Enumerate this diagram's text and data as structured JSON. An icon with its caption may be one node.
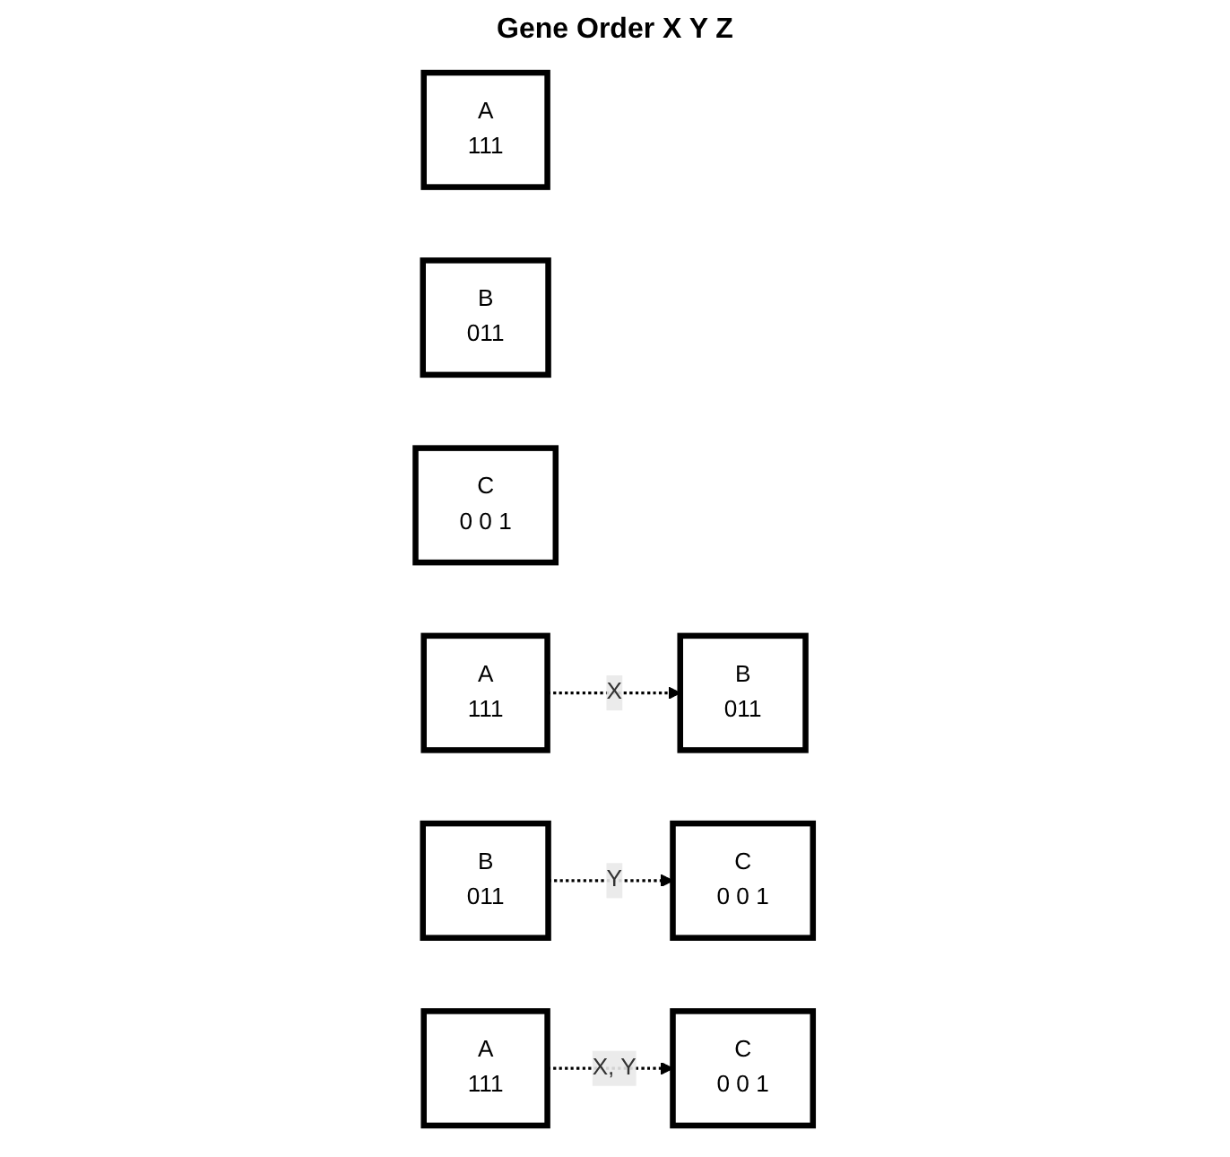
{
  "diagram": {
    "title": "Gene Order X Y Z",
    "nodes": [
      {
        "text": [
          "A",
          "111"
        ]
      },
      {
        "text": [
          "B",
          "011"
        ]
      },
      {
        "text": [
          "C",
          "0 0 1"
        ]
      },
      {
        "text": [
          "A",
          "111"
        ]
      },
      {
        "text": [
          "B",
          "011"
        ]
      },
      {
        "text": [
          "B",
          "011"
        ]
      },
      {
        "text": [
          "C",
          "0 0 1"
        ]
      },
      {
        "text": [
          "A",
          "111"
        ]
      },
      {
        "text": [
          "C",
          "0 0 1"
        ]
      }
    ],
    "edges": [
      {
        "from": 3,
        "to": 4,
        "arrow": "to",
        "label": "X",
        "style": "dashed"
      },
      {
        "from": 5,
        "to": 6,
        "arrow": "to",
        "label": "Y",
        "style": "dashed"
      },
      {
        "from": 7,
        "to": 8,
        "arrow": "to",
        "label": "X, Y",
        "style": "dashed"
      }
    ]
  }
}
